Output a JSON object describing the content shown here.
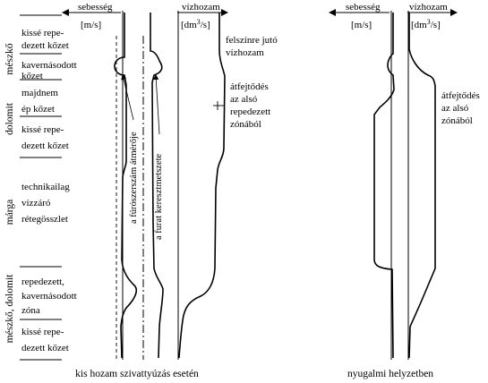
{
  "left_panel": {
    "speed_header": "sebesség",
    "flow_header": "vízhozam",
    "speed_unit": "[m/s]",
    "flow_unit_prefix": "[dm",
    "flow_unit_sup": "3",
    "flow_unit_suffix": "/s]",
    "formations": [
      {
        "name": "mészkő",
        "layers": [
          [
            "kissé repe-",
            "dezett kőzet"
          ],
          [
            "kavernásodott",
            "kőzet"
          ]
        ]
      },
      {
        "name": "dolomit",
        "layers": [
          [
            "majdnem",
            "ép kőzet"
          ],
          [
            "kissé repe-",
            "dezett kőzet"
          ]
        ]
      },
      {
        "name": "márga",
        "layers": [
          [
            "technikailag",
            "vízzáró",
            "rétegösszlet"
          ]
        ]
      },
      {
        "name": "mészkő, dolomit",
        "layers": [
          [
            "repedezett,",
            "kavernásodott",
            "zóna"
          ],
          [
            "kissé repe-",
            "dezett kőzet"
          ]
        ]
      }
    ],
    "tool_diameter_label": "a fúrószerszám átmérője",
    "hole_section_label": "a furat keresztmetszete",
    "surface_flow_label": [
      "felszínre jutó",
      "vízhozam"
    ],
    "crossflow_label": [
      "átfejtődés",
      "az alsó",
      "repedezett",
      "zónából"
    ],
    "caption": "kis hozam szivattyúzás esetén"
  },
  "right_panel": {
    "speed_header": "sebesség",
    "flow_header": "vízhozam",
    "speed_unit": "[m/s]",
    "flow_unit_prefix": "[dm",
    "flow_unit_sup": "3",
    "flow_unit_suffix": "/s]",
    "crossflow_label": [
      "átfejtődés",
      "az alsó",
      "zónából"
    ],
    "caption": "nyugalmi helyzetben"
  }
}
